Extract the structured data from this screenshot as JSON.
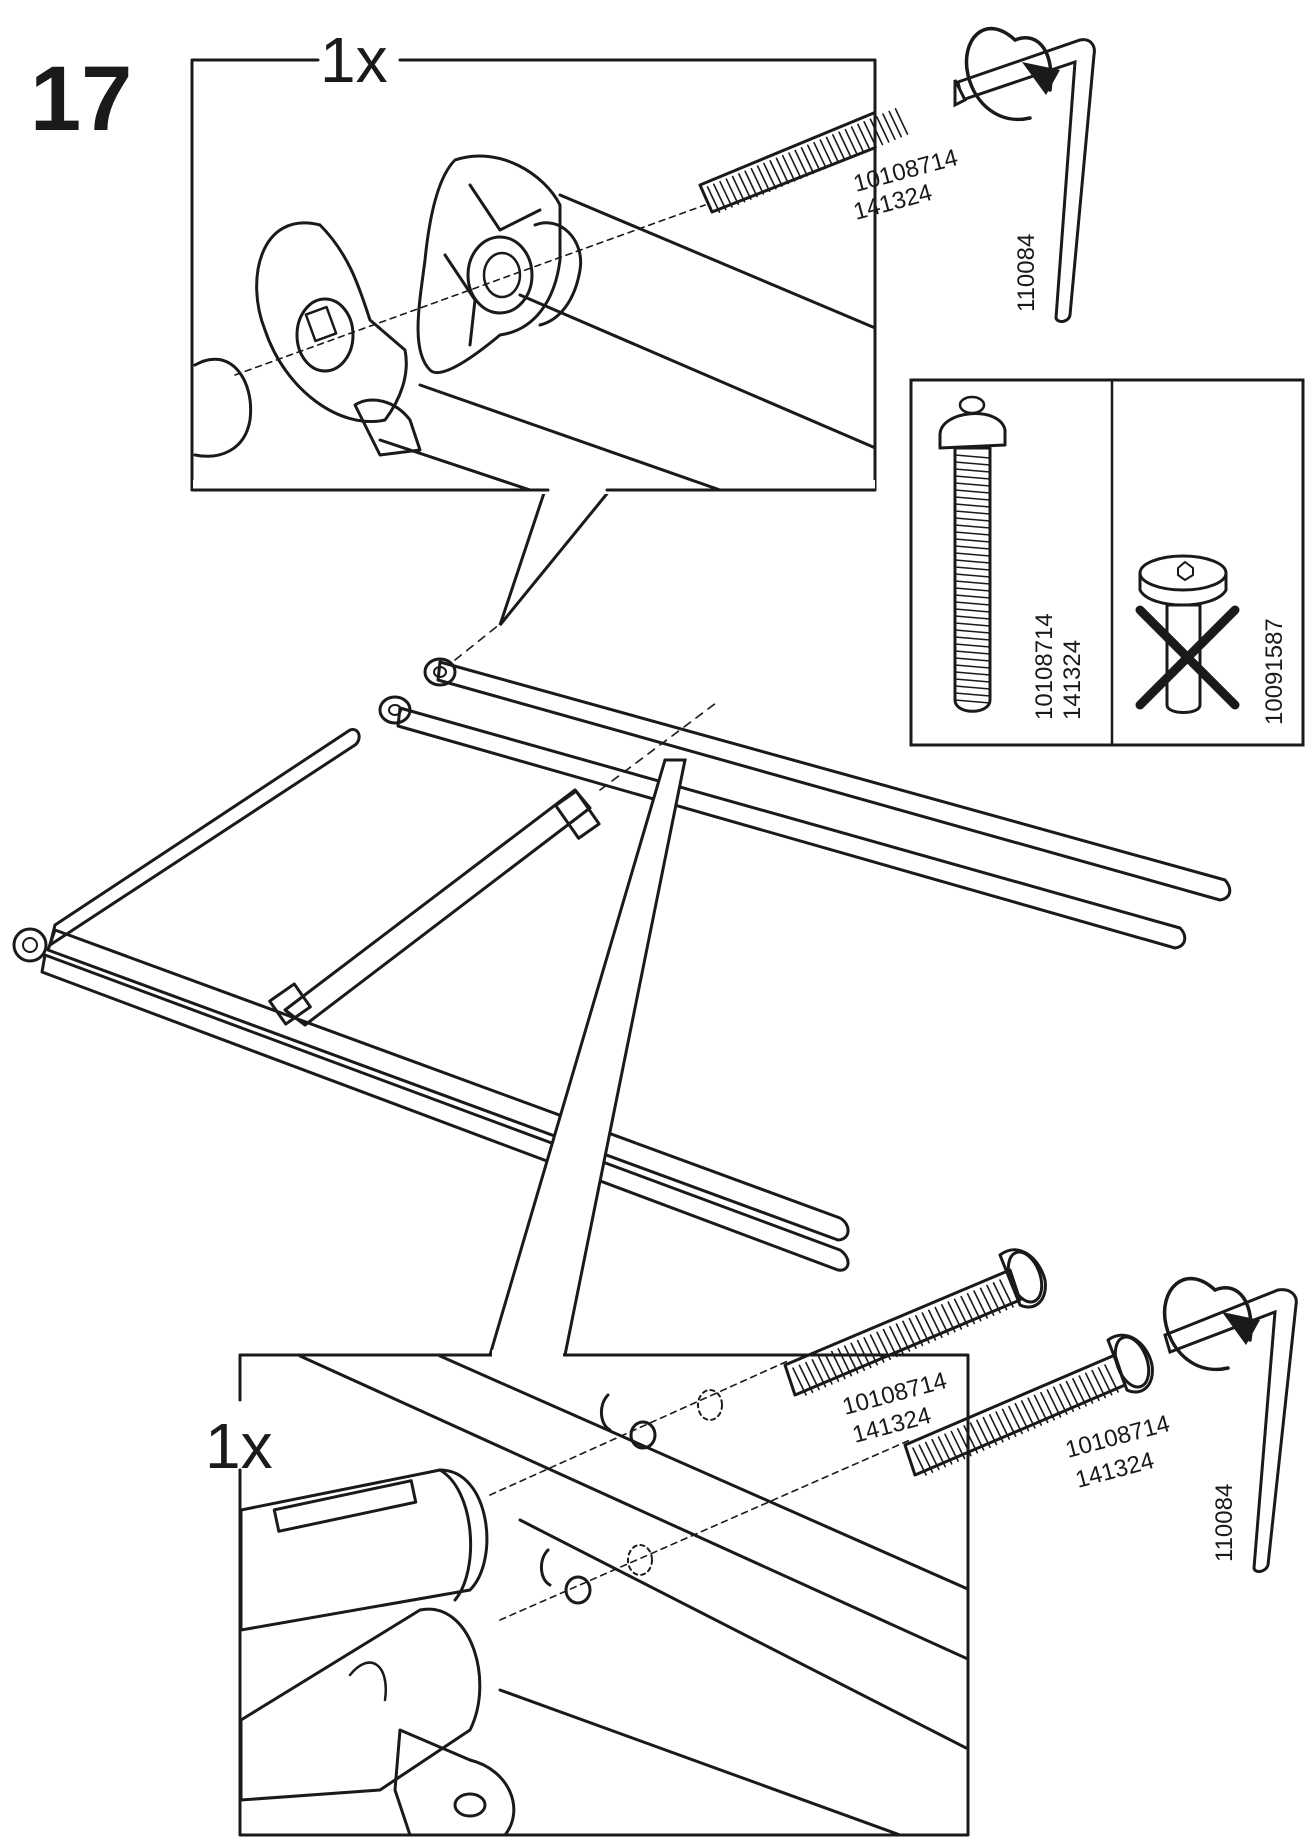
{
  "step": {
    "number": "17"
  },
  "detail_top": {
    "quantity": "1x",
    "screw_code_1": "10108714",
    "screw_code_2": "141324",
    "wrench_code": "110084"
  },
  "screw_compare": {
    "correct_code_1": "10108714",
    "correct_code_2": "141324",
    "wrong_code": "10091587"
  },
  "detail_bottom": {
    "quantity": "1x",
    "screw_a_code_1": "10108714",
    "screw_a_code_2": "141324",
    "screw_b_code_1": "10108714",
    "screw_b_code_2": "141324",
    "wrench_code": "110084"
  },
  "colors": {
    "line": "#1a1a1a",
    "background": "#ffffff",
    "cross": "#1a1a1a"
  },
  "icons": [
    "hex-key-icon",
    "rotate-arrow-icon",
    "screw-icon",
    "cross-icon"
  ]
}
